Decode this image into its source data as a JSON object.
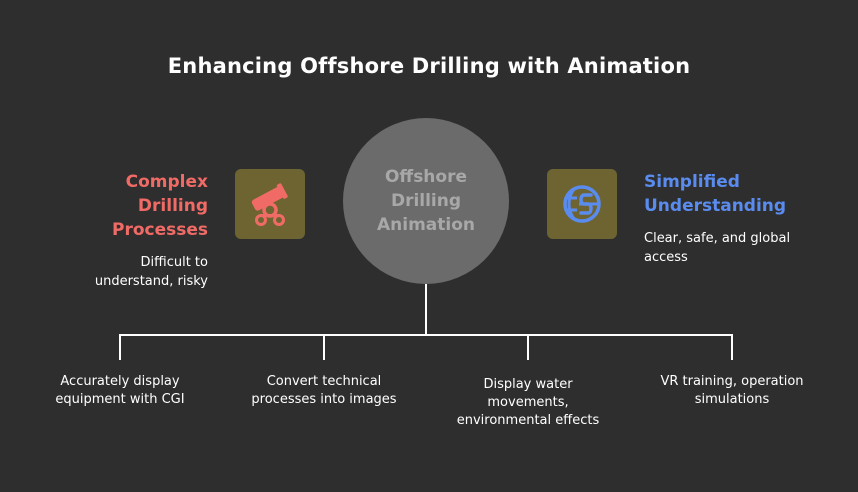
{
  "title": "Enhancing Offshore Drilling with Animation",
  "center": {
    "line1": "Offshore",
    "line2": "Drilling",
    "line3": "Animation"
  },
  "left": {
    "head_line1": "Complex",
    "head_line2": "Drilling",
    "head_line3": "Processes",
    "sub_line1": "Difficult to",
    "sub_line2": "understand, risky",
    "icon": "cannon-icon"
  },
  "right": {
    "head_line1": "Simplified",
    "head_line2": "Understanding",
    "sub_line1": "Clear, safe, and global",
    "sub_line2": "access",
    "icon": "globe-icon"
  },
  "branches": [
    {
      "line1": "Accurately display",
      "line2": "equipment with CGI"
    },
    {
      "line1": "Convert technical",
      "line2": "processes into images"
    },
    {
      "line1": "Display water",
      "line2": "movements,",
      "line3": "environmental effects"
    },
    {
      "line1": "VR training, operation",
      "line2": "simulations"
    }
  ],
  "colors": {
    "background": "#2e2e2e",
    "left_accent": "#f06b66",
    "right_accent": "#5a8cf0",
    "icon_box": "#6e6432",
    "circle": "#6b6b6b"
  }
}
